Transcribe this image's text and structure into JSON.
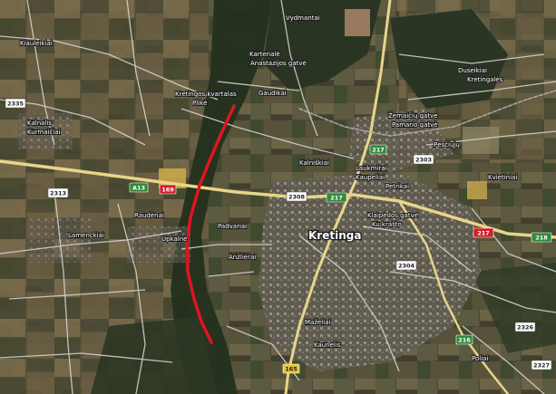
{
  "map": {
    "town": "Kretinga",
    "road_numbers": {
      "r2335": "2335",
      "r2313": "2313",
      "r2308": "2308",
      "r2303": "2303",
      "r2304": "2304",
      "r2326": "2326",
      "r2327": "2327",
      "rA13": "A13",
      "r169": "169",
      "r217_left": "217",
      "r217_mid": "217",
      "r217_right": "217",
      "r218": "218",
      "r216": "216",
      "r165": "165"
    },
    "place_labels": {
      "kiauleikiai": "Kiauleikiai",
      "vydmantai": "Vydmantai",
      "kartena_top": "Kartenalė",
      "anastazijos": "Anastazijos gatvė",
      "kretinga_kv": "Kretingos kvartalas",
      "plike": "Plikė",
      "gaudikai": "Gaudikai",
      "kalnalis": "Kalnalis",
      "kurmaiciai": "Kurmaičiai",
      "duseikiai": "Duseikiai",
      "kretingales": "Kretingalės",
      "zemaiciu": "Žemaičių gatvė",
      "pamarys": "Pamario gatvė",
      "pesciuju": "Pėsčiųjų",
      "kalniskiai": "Kalniškiai",
      "laukmirai": "Laukmirai",
      "kaupeliai": "Kaupeliai",
      "petrikai": "Petrikai",
      "kvietiniai": "Kvietiniai",
      "raudenai": "Raudėnai",
      "padvariai": "Padvariai",
      "klaipedos": "Klaipėdos gatvė",
      "ku_krasto": "Ku krašto",
      "lamenckiai": "Lamenckiai",
      "upkalne": "Upkalnė",
      "anzlierai": "Anžlierai",
      "mazeliai": "Maželiai",
      "kaunelis": "Kaunelis",
      "poliai": "Poliai"
    }
  }
}
